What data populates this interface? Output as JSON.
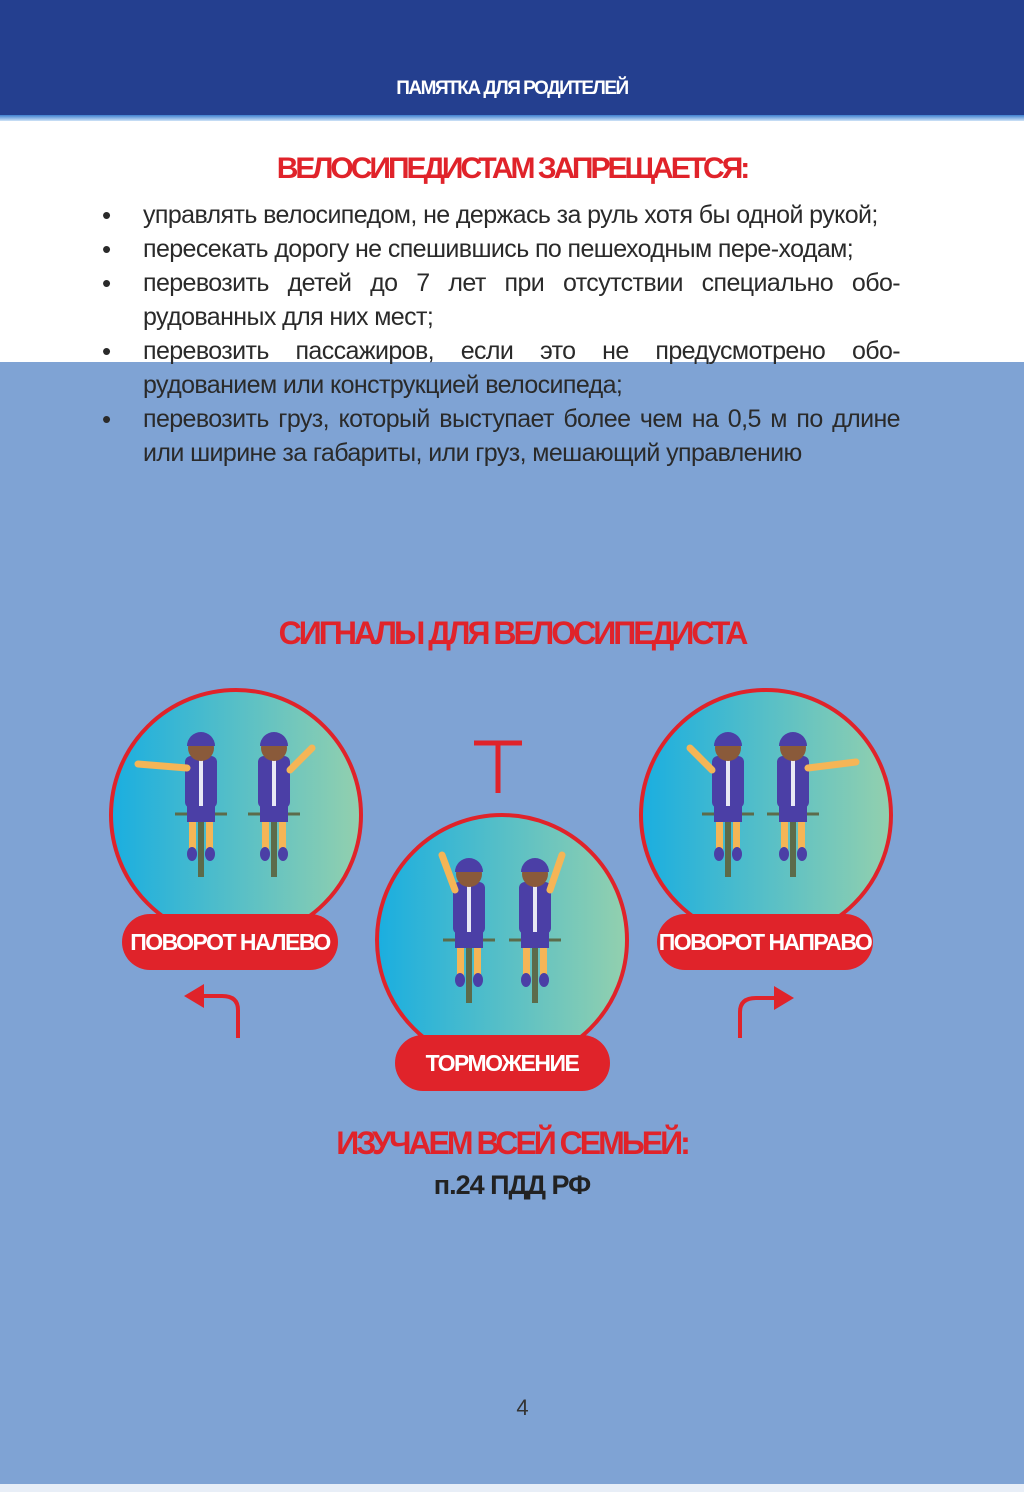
{
  "header": {
    "title": "ПАМЯТКА ДЛЯ РОДИТЕЛЕЙ"
  },
  "prohibited": {
    "title": "ВЕЛОСИПЕДИСТАМ ЗАПРЕЩАЕТСЯ:",
    "items": [
      "управлять велосипедом, не держась за руль хотя бы одной рукой;",
      "пересекать дорогу не спешившись по пешеходным пере-ходам;",
      "перевозить детей до 7 лет при отсутствии специально обо-рудованных для них мест;",
      "перевозить пассажиров, если это не предусмотрено обо-рудованием или конструкцией велосипеда;",
      "перевозить груз, который выступает более чем на 0,5 м по длине или ширине за габариты, или груз, мешающий управлению"
    ]
  },
  "signals": {
    "title": "СИГНАЛЫ ДЛЯ ВЕЛОСИПЕДИСТА",
    "left_label": "ПОВОРОТ НАЛЕВО",
    "brake_label": "ТОРМОЖЕНИЕ",
    "right_label": "ПОВОРОТ НАПРАВО"
  },
  "footer": {
    "study_title": "ИЗУЧАЕМ ВСЕЙ СЕМЬЕЙ:",
    "reference": "п.24 ПДД РФ",
    "page_number": "4"
  },
  "colors": {
    "header": "#243f8f",
    "background": "#7fa3d4",
    "accent_red": "#e0232a"
  }
}
